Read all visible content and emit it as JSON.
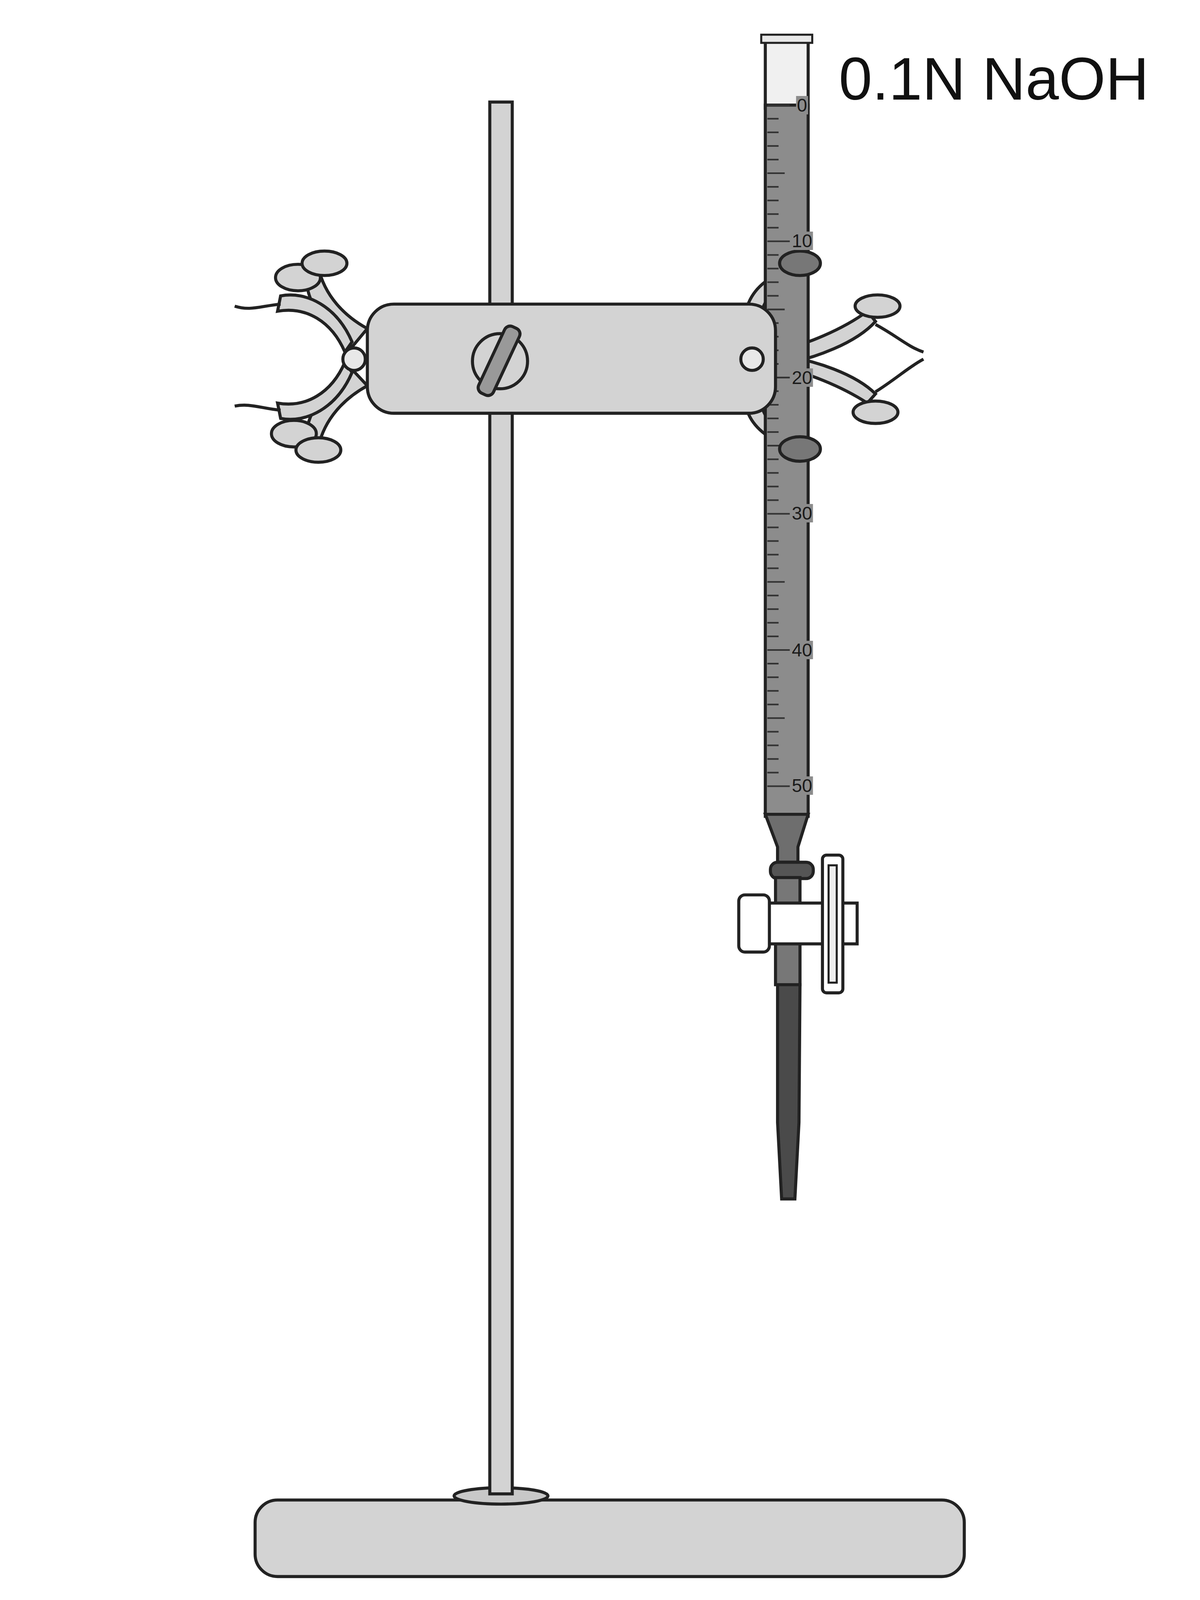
{
  "diagram": {
    "labels": [
      "0.1N NaOH",
      "0",
      "10",
      "20",
      "30",
      "40",
      "50"
    ]
  }
}
